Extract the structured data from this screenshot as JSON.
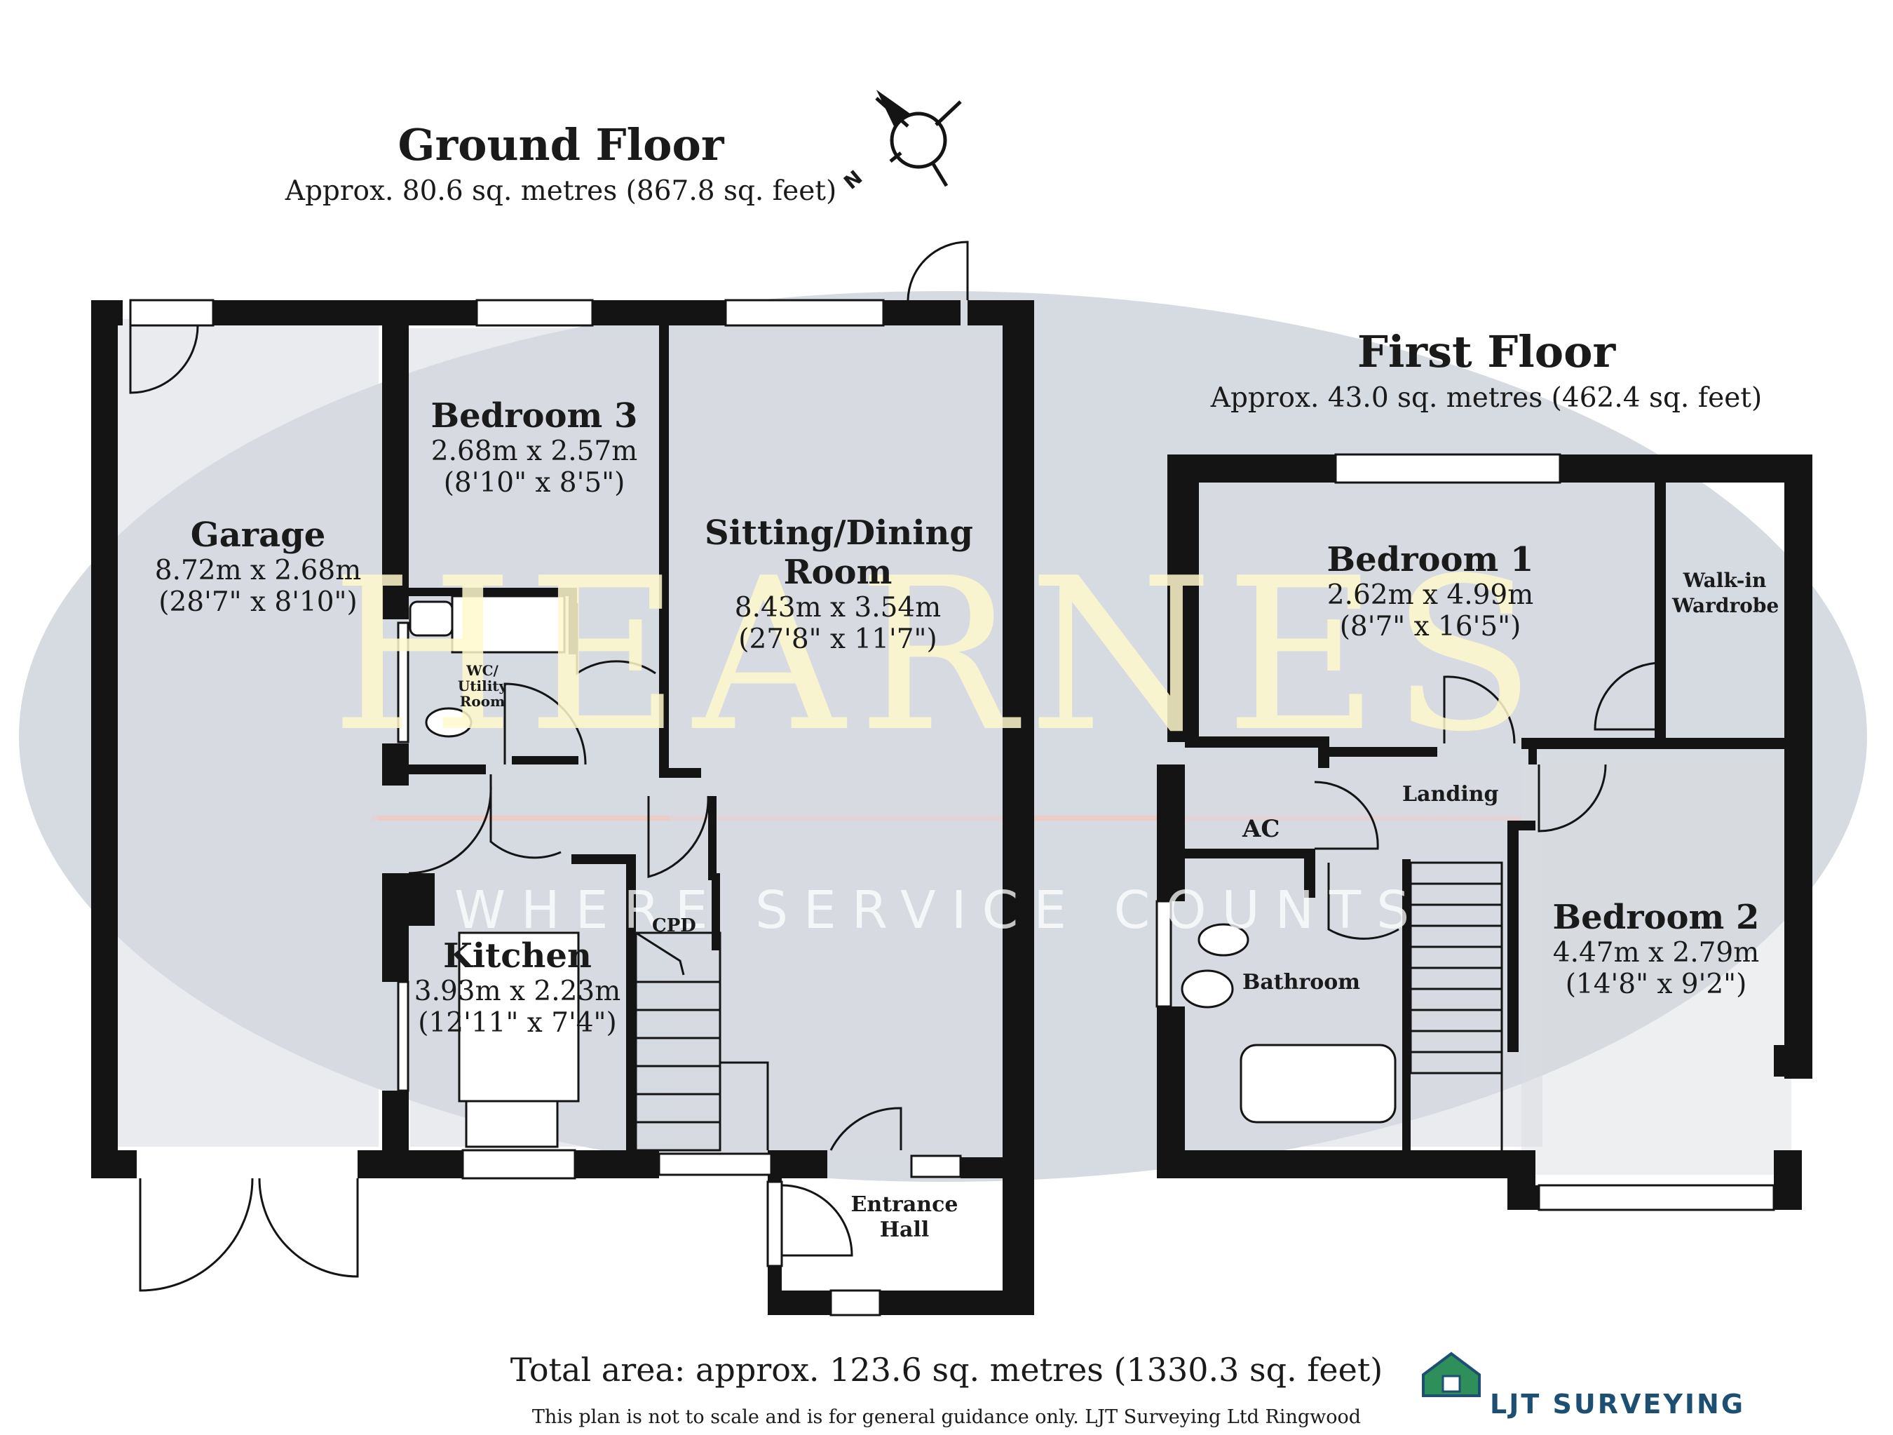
{
  "ground_floor": {
    "title": "Ground Floor",
    "area": "Approx. 80.6 sq. metres (867.8 sq. feet)",
    "rooms": [
      {
        "name": "Garage",
        "dims": [
          "8.72m x 2.68m",
          "(28'7\" x 8'10\")"
        ]
      },
      {
        "name": "Bedroom 3",
        "dims": [
          "2.68m x 2.57m",
          "(8'10\" x 8'5\")"
        ]
      },
      {
        "name": "Sitting/Dining Room",
        "dims": [
          "8.43m x 3.54m",
          "(27'8\" x 11'7\")"
        ]
      },
      {
        "name": "Kitchen",
        "dims": [
          "3.93m x 2.23m",
          "(12'11\" x 7'4\")"
        ]
      }
    ],
    "labels": {
      "wc": "WC/ Utility Room",
      "cpd": "CPD",
      "entrance": "Entrance Hall"
    }
  },
  "first_floor": {
    "title": "First Floor",
    "area": "Approx. 43.0 sq. metres (462.4 sq. feet)",
    "rooms": [
      {
        "name": "Bedroom 1",
        "dims": [
          "2.62m x 4.99m",
          "(8'7\" x 16'5\")"
        ]
      },
      {
        "name": "Bedroom 2",
        "dims": [
          "4.47m x 2.79m",
          "(14'8\" x 9'2\")"
        ]
      }
    ],
    "labels": {
      "wardrobe": "Walk-in Wardrobe",
      "landing": "Landing",
      "ac": "AC",
      "bathroom": "Bathroom"
    }
  },
  "compass": {
    "north_label": "N"
  },
  "watermark": {
    "brand": "HEARNES",
    "tagline": "WHERE SERVICE COUNTS"
  },
  "footer": {
    "total": "Total area: approx. 123.6 sq. metres (1330.3 sq. feet)",
    "note": "This plan is not to scale and is for general guidance only. LJT Surveying Ltd Ringwood",
    "logo": "LJT Surveying"
  },
  "colors": {
    "wall": "#141414",
    "floor": "#d9dbe1",
    "watermark_oval": "#cfd3dc",
    "accent_line": "#f2c9c3",
    "logo": "#1d4f73"
  }
}
